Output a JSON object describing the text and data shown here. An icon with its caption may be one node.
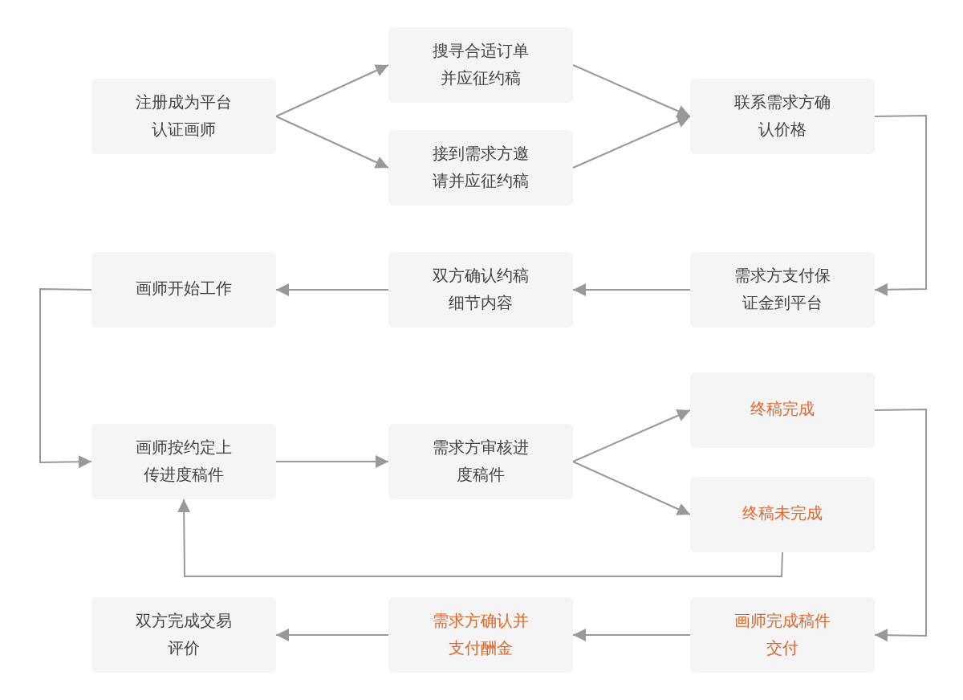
{
  "diagram": {
    "nodes": [
      {
        "text": [
          "注册成为平台认证画师"
        ]
      },
      {
        "text": [
          "搜寻合适订单并应征约稿"
        ]
      },
      {
        "text": [
          "接到需求方邀请并应征约稿"
        ]
      },
      {
        "text": [
          "联系需求方确认价格"
        ]
      },
      {
        "text": [
          "需求方支付保证金到平台"
        ]
      },
      {
        "text": [
          "双方确认约稿细节内容"
        ]
      },
      {
        "text": [
          "画师开始工作"
        ]
      },
      {
        "text": [
          "画师按约定上传进度稿件"
        ]
      },
      {
        "text": [
          "需求方审核进度稿件"
        ]
      },
      {
        "text": [
          "终稿完成"
        ]
      },
      {
        "text": [
          "终稿未完成"
        ]
      },
      {
        "text": [
          "画师完成稿件交付"
        ]
      },
      {
        "text": [
          "需求方确认并支付酬金"
        ]
      },
      {
        "text": [
          "双方完成交易评价"
        ]
      }
    ],
    "edges": [
      {
        "from": 0,
        "to": 1,
        "arrow": "to"
      },
      {
        "from": 0,
        "to": 2,
        "arrow": "to"
      },
      {
        "from": 1,
        "to": 3,
        "arrow": "to"
      },
      {
        "from": 2,
        "to": 3,
        "arrow": "to"
      },
      {
        "from": 3,
        "to": 4,
        "arrow": "to"
      },
      {
        "from": 4,
        "to": 5,
        "arrow": "to"
      },
      {
        "from": 5,
        "to": 6,
        "arrow": "to"
      },
      {
        "from": 6,
        "to": 7,
        "arrow": "to"
      },
      {
        "from": 7,
        "to": 8,
        "arrow": "to"
      },
      {
        "from": 8,
        "to": 9,
        "arrow": "to"
      },
      {
        "from": 8,
        "to": 10,
        "arrow": "to"
      },
      {
        "from": 10,
        "to": 7,
        "arrow": "to"
      },
      {
        "from": 9,
        "to": 11,
        "arrow": "to"
      },
      {
        "from": 11,
        "to": 12,
        "arrow": "to"
      },
      {
        "from": 12,
        "to": 13,
        "arrow": "to"
      }
    ]
  }
}
